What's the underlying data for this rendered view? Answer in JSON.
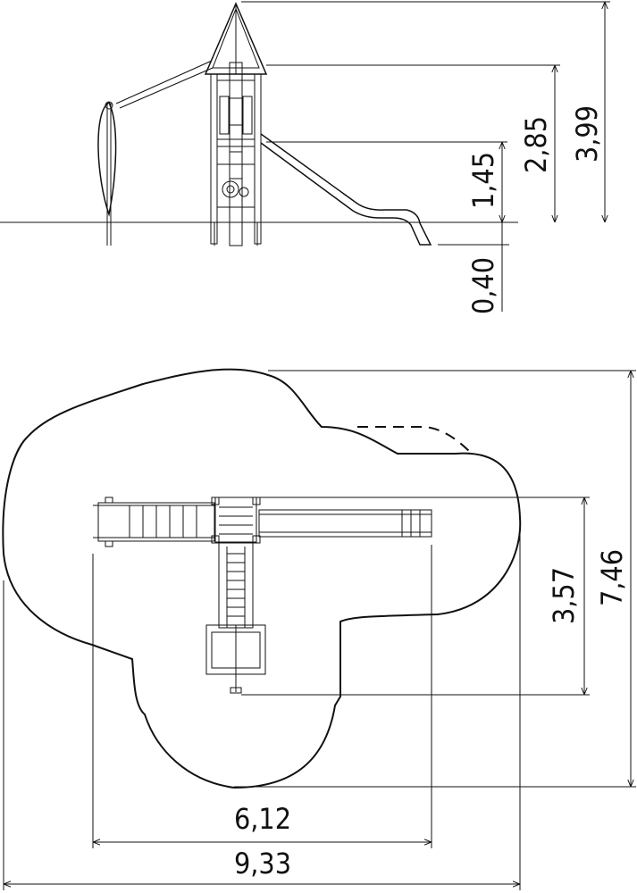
{
  "elevation": {
    "dims": {
      "total_height": "3,99",
      "platform_height": "2,85",
      "slide_height": "1,45",
      "foundation_depth": "0,40"
    }
  },
  "plan": {
    "dims": {
      "depth_inner": "3,57",
      "depth_safety": "7,46",
      "width_inner": "6,12",
      "width_safety": "9,33"
    }
  }
}
